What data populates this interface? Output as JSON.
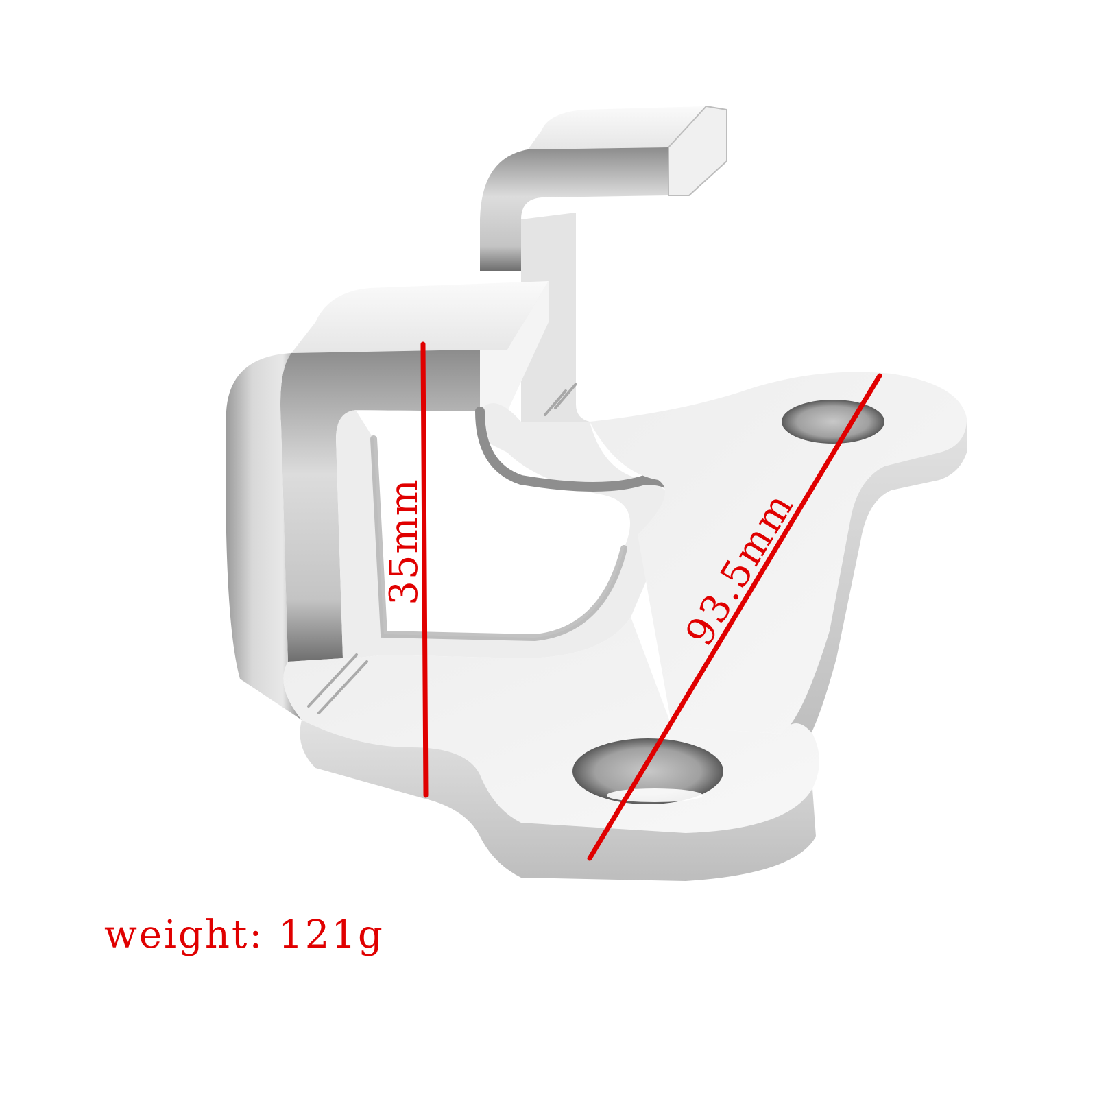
{
  "image": {
    "subject": "metal bracket",
    "background": "#ffffff"
  },
  "dimensions": {
    "height_label": "35mm",
    "length_label": "93.5mm"
  },
  "weight": {
    "label": "weight: 121g"
  },
  "colors": {
    "annotation": "#e00000",
    "metal_light": "#f2f2f2",
    "metal_mid": "#cfcfcf",
    "metal_dark": "#7a7a7a"
  }
}
